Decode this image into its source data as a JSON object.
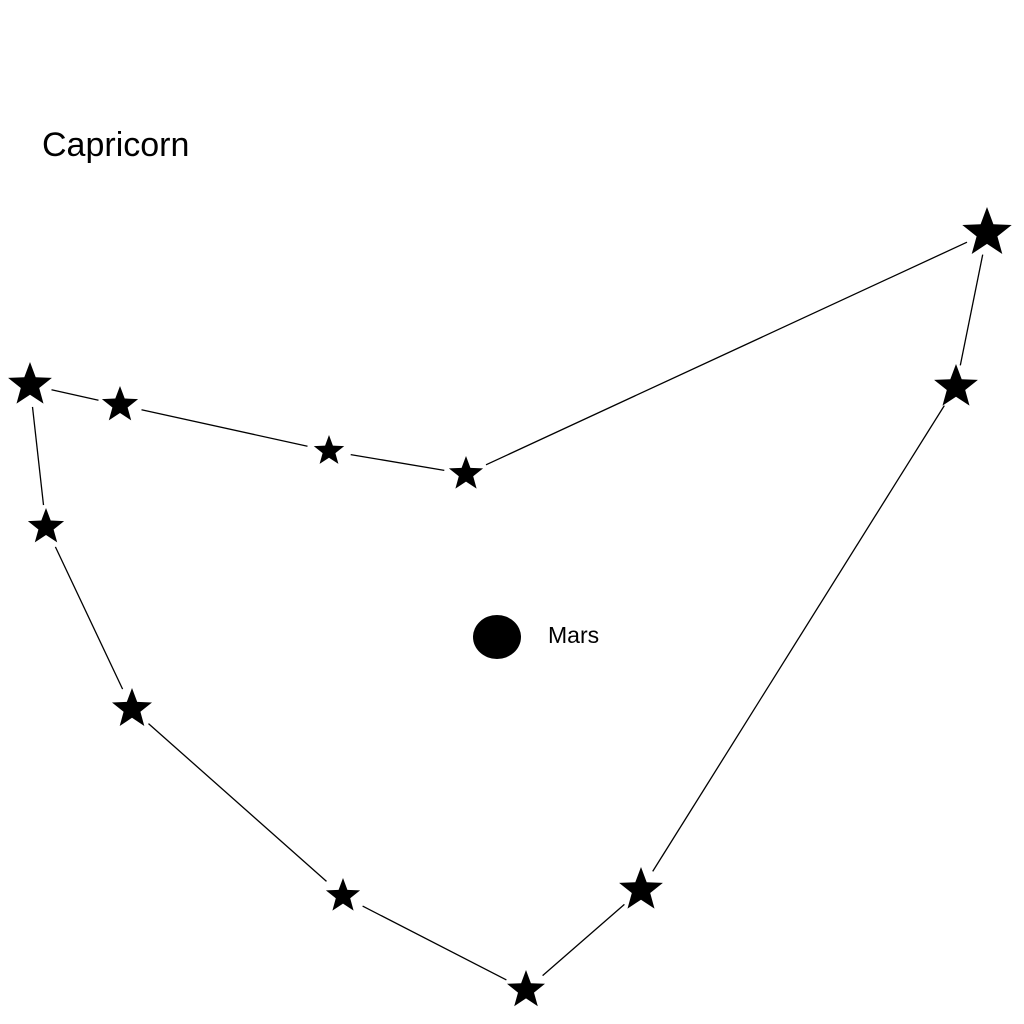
{
  "diagram": {
    "title": "Capricorn",
    "stars": [
      {
        "id": "s1"
      },
      {
        "id": "s2"
      },
      {
        "id": "s3"
      },
      {
        "id": "s4"
      },
      {
        "id": "s5"
      },
      {
        "id": "s6"
      },
      {
        "id": "s7"
      },
      {
        "id": "s8"
      },
      {
        "id": "s9"
      },
      {
        "id": "s10"
      },
      {
        "id": "s11"
      },
      {
        "id": "s12"
      }
    ],
    "connections": [
      [
        "s1",
        "s2"
      ],
      [
        "s2",
        "s3"
      ],
      [
        "s3",
        "s4"
      ],
      [
        "s4",
        "s5"
      ],
      [
        "s5",
        "s6"
      ],
      [
        "s6",
        "s7"
      ],
      [
        "s7",
        "s8"
      ],
      [
        "s8",
        "s9"
      ],
      [
        "s9",
        "s10"
      ],
      [
        "s10",
        "s11"
      ],
      [
        "s11",
        "s12"
      ],
      [
        "s12",
        "s1"
      ]
    ],
    "planet": {
      "label": "Mars",
      "color": "#000000"
    },
    "colors": {
      "background": "#ffffff",
      "ink": "#000000"
    }
  }
}
